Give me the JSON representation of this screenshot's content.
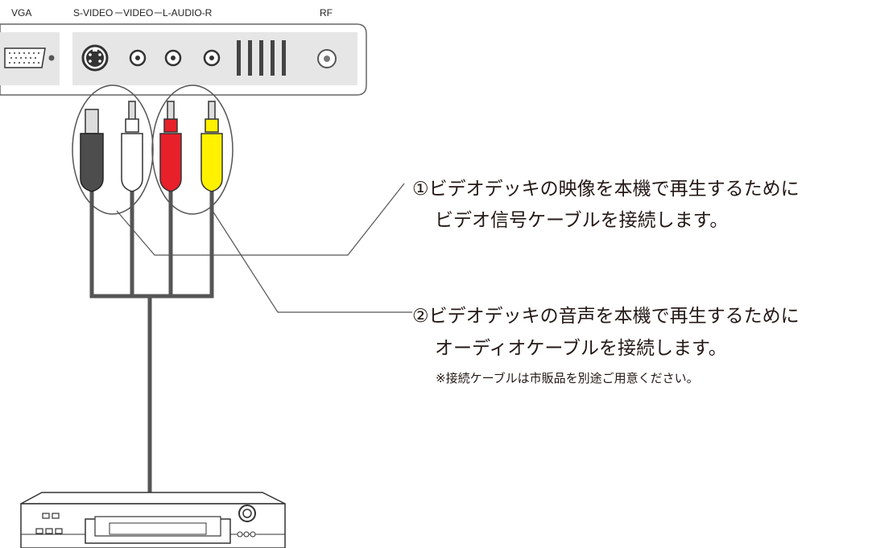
{
  "panel": {
    "labels": {
      "vga": "VGA",
      "svideo": "S-VIDEO",
      "video": "VIDEO",
      "audio": "L-AUDIO-R",
      "rf": "RF"
    }
  },
  "callouts": {
    "video": {
      "line1": "①ビデオデッキの映像を本機で再生するために",
      "line2": "ビデオ信号ケーブルを接続します。"
    },
    "audio": {
      "line1": "②ビデオデッキの音声を本機で再生するために",
      "line2": "オーディオケーブルを接続します。"
    },
    "note": "※接続ケーブルは市販品を別途ご用意ください。"
  },
  "colors": {
    "svideo_plug": "#4d4d4d",
    "video_plug": "#ffffff",
    "audio_left_plug": "#e8202a",
    "audio_right_plug": "#fff200",
    "cable": "#555555"
  },
  "icons": {
    "vcr": "vcr-icon"
  }
}
